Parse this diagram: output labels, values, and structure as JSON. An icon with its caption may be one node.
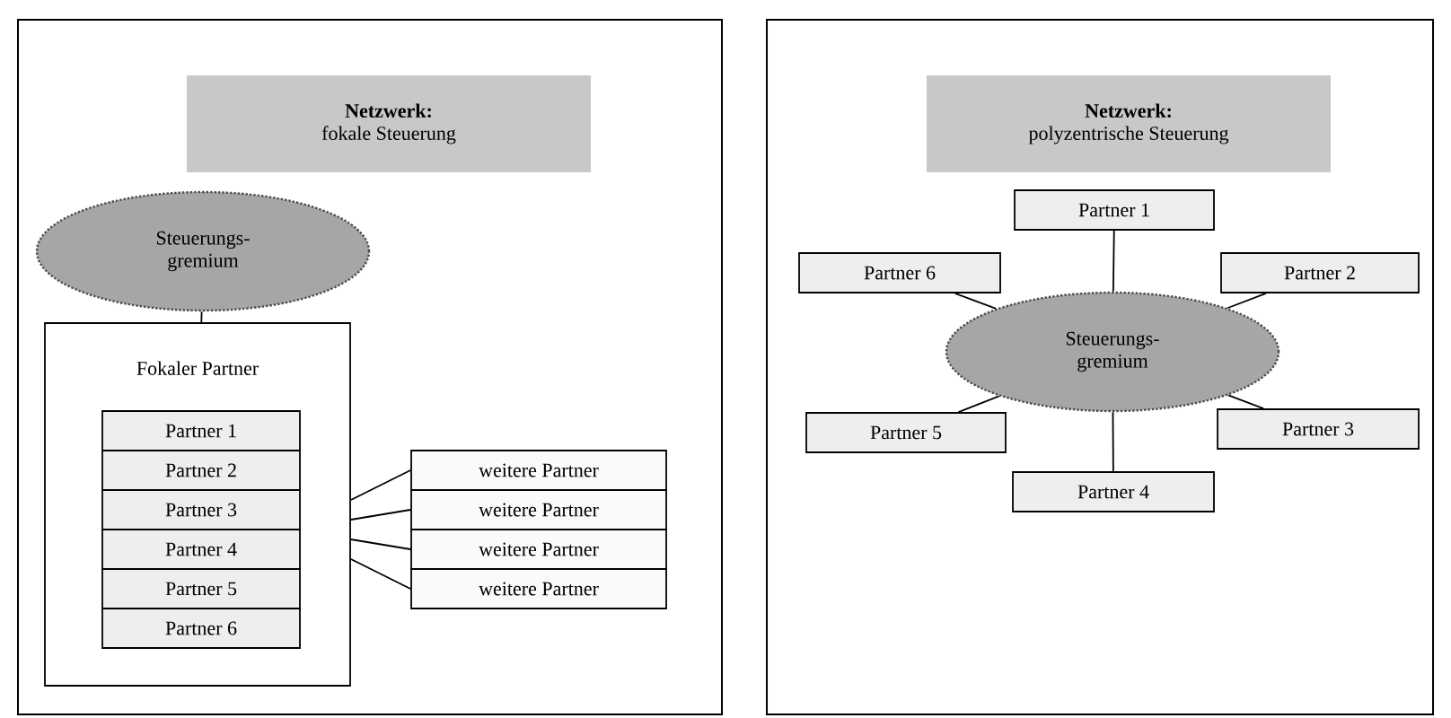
{
  "diagram": {
    "nodes": [
      {
        "text": [],
        "shape": "box"
      },
      {
        "text": [
          "Netzwerk:",
          "fokale Steuerung"
        ],
        "in": 0
      },
      {
        "text": [
          "Steuerungs- gremium"
        ],
        "in": 0
      },
      {
        "text": [
          "Fokaler Partner"
        ],
        "in": 0
      },
      {
        "text": [
          "Partner 1"
        ],
        "in": 3
      },
      {
        "text": [
          "Partner 2"
        ],
        "in": 3
      },
      {
        "text": [
          "Partner 3"
        ],
        "in": 3
      },
      {
        "text": [
          "Partner 4"
        ],
        "in": 3
      },
      {
        "text": [
          "Partner 5"
        ],
        "in": 3
      },
      {
        "text": [
          "Partner 6"
        ],
        "in": 3
      },
      {
        "text": [
          "weitere Partner"
        ],
        "in": 0
      },
      {
        "text": [
          "weitere Partner"
        ],
        "in": 0
      },
      {
        "text": [
          "weitere Partner"
        ],
        "in": 0
      },
      {
        "text": [
          "weitere Partner"
        ],
        "in": 0
      },
      {
        "text": [],
        "shape": "box"
      },
      {
        "text": [
          "Netzwerk:",
          "polyzentrische Steuerung"
        ],
        "in": 14
      },
      {
        "text": [
          "Steuerungs- gremium"
        ],
        "in": 14
      },
      {
        "text": [
          "Partner 1"
        ],
        "in": 14
      },
      {
        "text": [
          "Partner 2"
        ],
        "in": 14
      },
      {
        "text": [
          "Partner 3"
        ],
        "in": 14
      },
      {
        "text": [
          "Partner 4"
        ],
        "in": 14
      },
      {
        "text": [
          "Partner 5"
        ],
        "in": 14
      },
      {
        "text": [
          "Partner 6"
        ],
        "in": 14
      }
    ],
    "edges": [
      {
        "from": 2,
        "to": 3,
        "arrow": "none"
      },
      {
        "from": 3,
        "to": 10,
        "arrow": "none"
      },
      {
        "from": 3,
        "to": 11,
        "arrow": "none"
      },
      {
        "from": 3,
        "to": 12,
        "arrow": "none"
      },
      {
        "from": 3,
        "to": 13,
        "arrow": "none"
      },
      {
        "from": 16,
        "to": 17,
        "arrow": "none"
      },
      {
        "from": 16,
        "to": 18,
        "arrow": "none"
      },
      {
        "from": 16,
        "to": 19,
        "arrow": "none"
      },
      {
        "from": 16,
        "to": 20,
        "arrow": "none"
      },
      {
        "from": 16,
        "to": 21,
        "arrow": "none"
      },
      {
        "from": 16,
        "to": 22,
        "arrow": "none"
      }
    ]
  }
}
